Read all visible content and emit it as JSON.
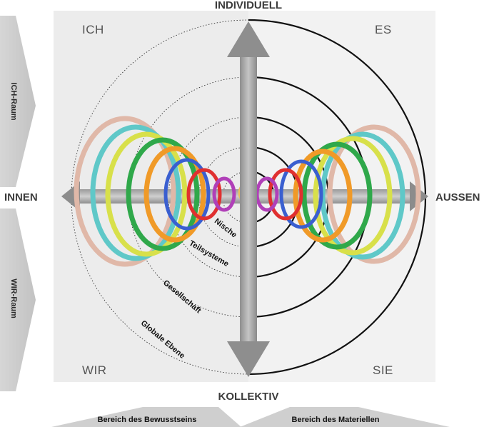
{
  "quadrants": {
    "top_left": "ICH",
    "top_right": "ES",
    "bottom_left": "WIR",
    "bottom_right": "SIE"
  },
  "axes": {
    "top": "INDIVIDUELL",
    "bottom": "KOLLEKTIV",
    "left": "INNEN",
    "right": "AUSSEN"
  },
  "side_labels": {
    "upper": "ICH-Raum",
    "lower": "WIR-Raum"
  },
  "bottom_labels": {
    "left": "Bereich des Bewusstseins",
    "right": "Bereich des Materiellen"
  },
  "ring_labels": [
    "Nische",
    "Teilsysteme",
    "Gesellschaft",
    "Globale Ebene"
  ],
  "coil_colors": [
    "#e0b8a8",
    "#5fc8c8",
    "#d8e04a",
    "#2fa84a",
    "#f09a28",
    "#3a5fd0",
    "#e03030",
    "#b040b8",
    "#e8c060"
  ]
}
